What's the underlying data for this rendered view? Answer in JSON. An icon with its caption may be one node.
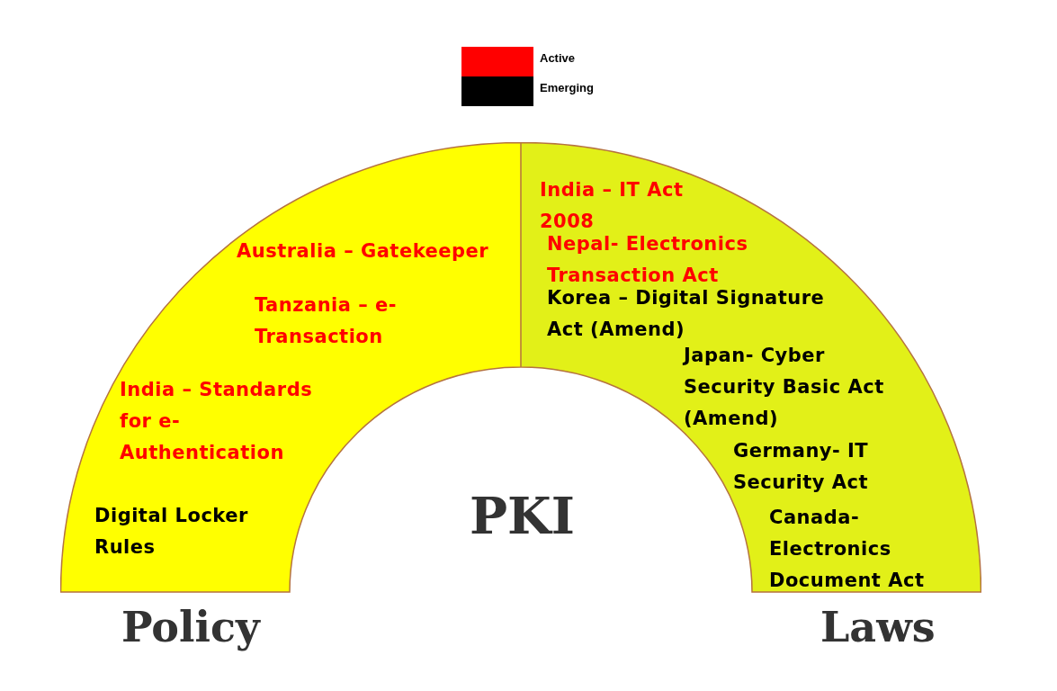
{
  "diagram": {
    "nodes": [
      {
        "text": [
          "Policy",
          "Australia – Gatekeeper",
          "Tanzania – e-Transaction",
          "India – Standards for e-Authentication",
          "Digital Locker Rules"
        ]
      },
      {
        "text": [
          "Laws",
          "India – IT Act 2008",
          "Nepal- Electronics Transaction Act",
          "Korea – Digital Signature Act (Amend)",
          "Japan- Cyber Security Basic Act (Amend)",
          "Germany- IT Security Act",
          "Canada- Electronics Document Act"
        ]
      }
    ],
    "labels": [
      "PKI"
    ],
    "legend": [
      {
        "text": "Active",
        "color": "#ff0000"
      },
      {
        "text": "Emerging",
        "color": "#000000"
      }
    ]
  }
}
